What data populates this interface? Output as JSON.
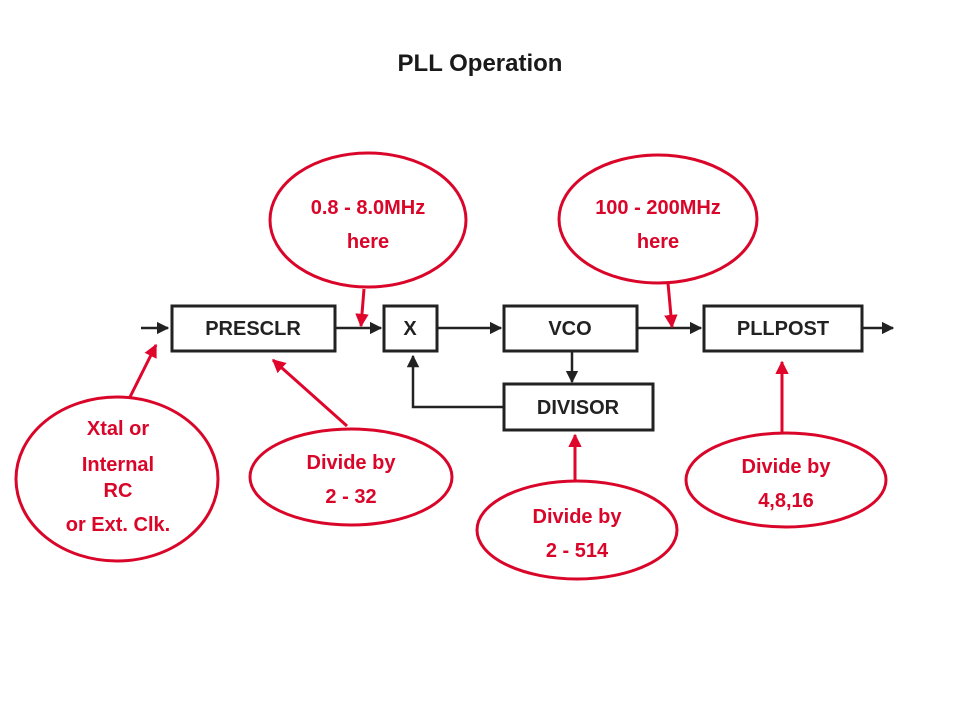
{
  "title": "PLL Operation",
  "colors": {
    "block_stroke": "#222222",
    "callout": "#d9062a",
    "background": "#ffffff"
  },
  "blocks": {
    "presclr": "PRESCLR",
    "multiplier": "X",
    "vco": "VCO",
    "divisor": "DIVISOR",
    "pllpost": "PLLPOST"
  },
  "callouts": {
    "input_freq": [
      "0.8 - 8.0MHz",
      "here"
    ],
    "vco_freq": [
      "100 - 200MHz",
      "here"
    ],
    "clock_source": [
      "Xtal or",
      "Internal",
      "RC",
      "or Ext. Clk."
    ],
    "presclr_div": [
      "Divide by",
      "2 - 32"
    ],
    "divisor_div": [
      "Divide by",
      "2 - 514"
    ],
    "pllpost_div": [
      "Divide by",
      "4,8,16"
    ]
  }
}
